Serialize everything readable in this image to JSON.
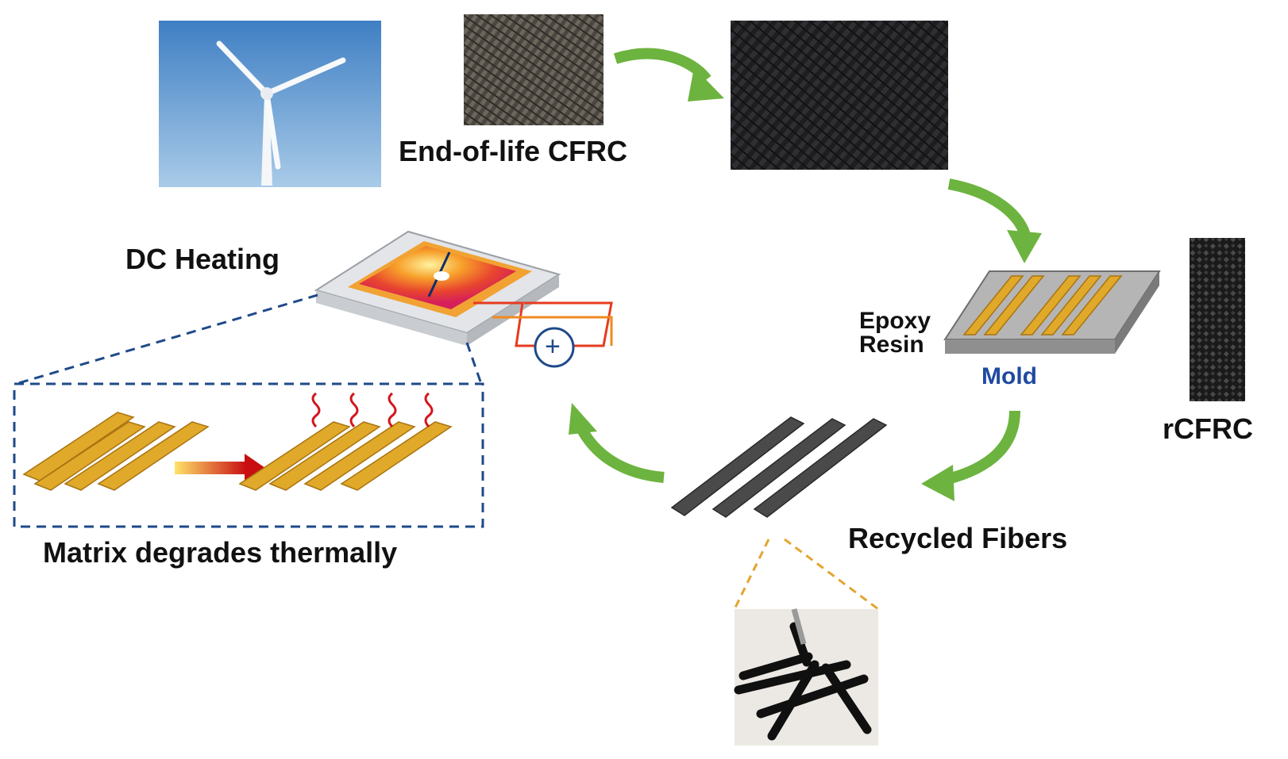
{
  "labels": {
    "end_of_life": "End-of-life CFRC",
    "dc_heating": "DC Heating",
    "epoxy": "Epoxy",
    "resin": "Resin",
    "mold": "Mold",
    "rcfrc": "rCFRC",
    "recycled": "Recycled Fibers",
    "matrix": "Matrix degrades thermally",
    "plus": "+"
  },
  "colors": {
    "arrow_green": "#6db33f",
    "fiber_gold": "#e0a92a",
    "dash_blue": "#1f4a8a",
    "dash_gold": "#e3a531",
    "mold_label": "#1f4aa0"
  }
}
